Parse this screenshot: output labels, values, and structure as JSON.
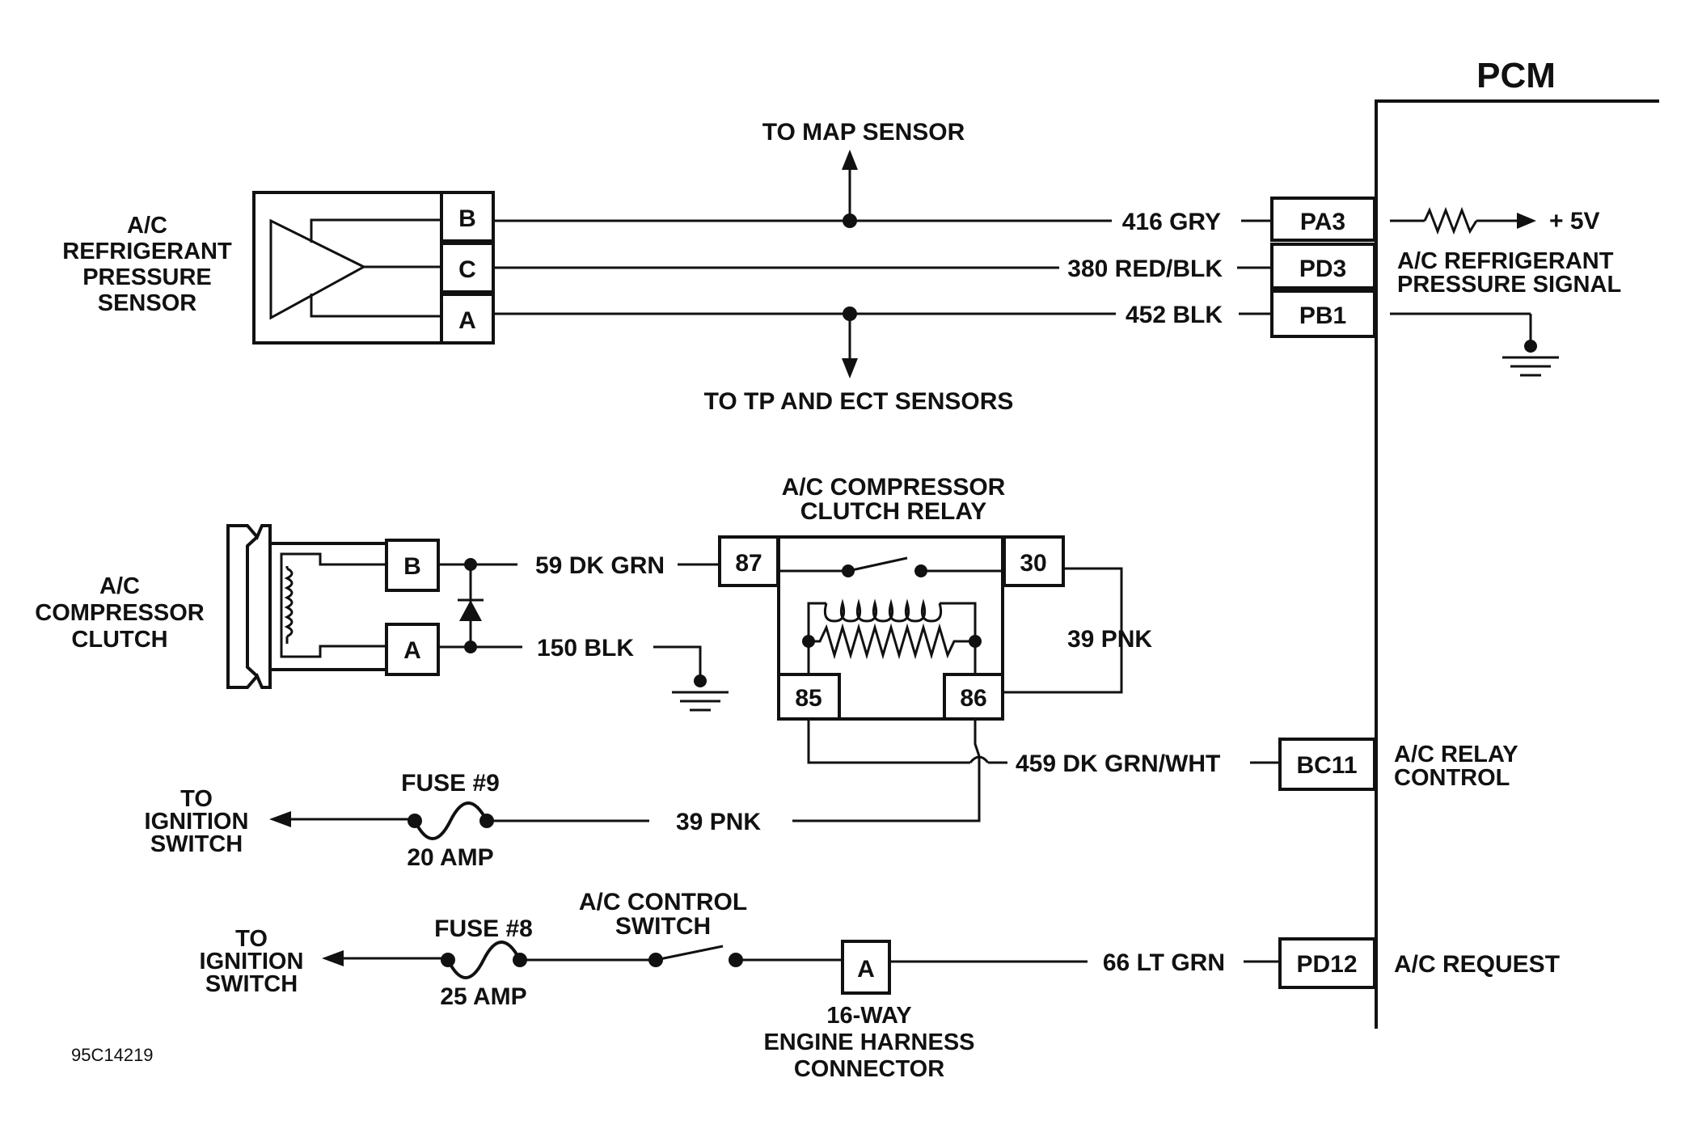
{
  "colors": {
    "ink": "#111111",
    "background": "#ffffff"
  },
  "pcm": {
    "title": "PCM",
    "pins": {
      "pa3": "PA3",
      "pd3": "PD3",
      "pb1": "PB1",
      "bc11": "BC11",
      "pd12": "PD12"
    },
    "labels": {
      "plus5v": "+ 5V",
      "pressure_signal_1": "A/C REFRIGERANT",
      "pressure_signal_2": "PRESSURE SIGNAL",
      "relay_control_1": "A/C RELAY",
      "relay_control_2": "CONTROL",
      "request": "A/C REQUEST"
    }
  },
  "pressure_sensor": {
    "label_lines": [
      "A/C",
      "REFRIGERANT",
      "PRESSURE",
      "SENSOR"
    ],
    "terminals": {
      "b": "B",
      "c": "C",
      "a": "A"
    }
  },
  "wires": {
    "w416": "416 GRY",
    "w380": "380 RED/BLK",
    "w452": "452 BLK",
    "w59": "59 DK GRN",
    "w150": "150 BLK",
    "w39_relay": "39 PNK",
    "w459": "459 DK GRN/WHT",
    "w39_fuse": "39 PNK",
    "w66": "66 LT GRN"
  },
  "branches": {
    "map": "TO MAP SENSOR",
    "tp_ect": "TO TP AND ECT SENSORS"
  },
  "clutch": {
    "label_lines": [
      "A/C",
      "COMPRESSOR",
      "CLUTCH"
    ],
    "terminals": {
      "b": "B",
      "a": "A"
    }
  },
  "relay": {
    "title_1": "A/C COMPRESSOR",
    "title_2": "CLUTCH RELAY",
    "terminals": {
      "t87": "87",
      "t30": "30",
      "t85": "85",
      "t86": "86"
    }
  },
  "fuse9": {
    "label": "FUSE #9",
    "rating": "20 AMP"
  },
  "fuse8": {
    "label": "FUSE #8",
    "rating": "25 AMP"
  },
  "ignition_upper": [
    "TO",
    "IGNITION",
    "SWITCH"
  ],
  "ignition_lower": [
    "TO",
    "IGNITION",
    "SWITCH"
  ],
  "control_switch": {
    "label_1": "A/C CONTROL",
    "label_2": "SWITCH"
  },
  "harness": {
    "terminal": "A",
    "label_lines": [
      "16-WAY",
      "ENGINE HARNESS",
      "CONNECTOR"
    ]
  },
  "figure_id": "95C14219"
}
